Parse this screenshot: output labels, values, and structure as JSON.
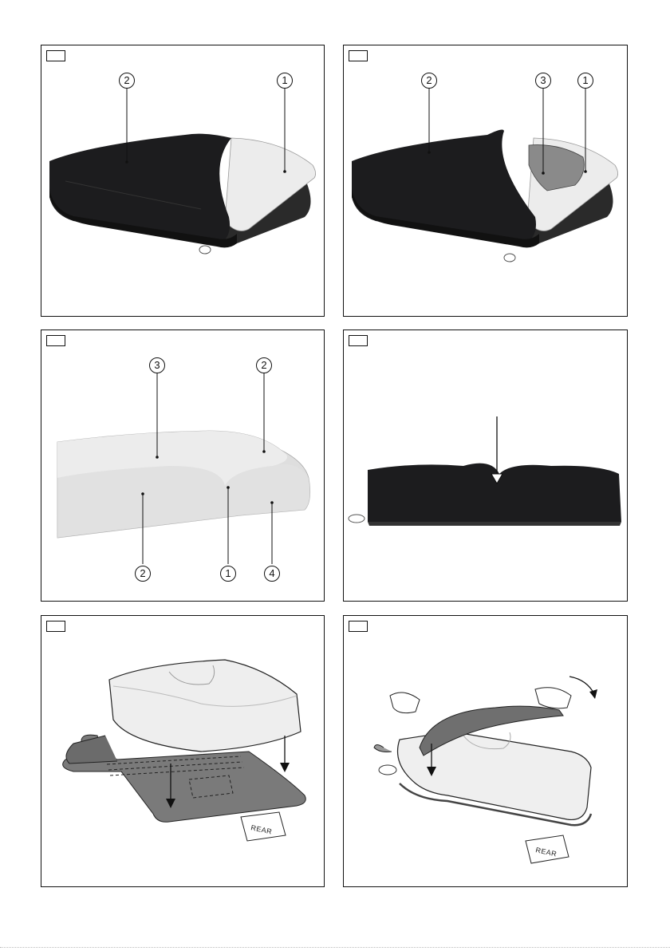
{
  "panels": [
    {
      "id": "p1",
      "callouts": [
        "2",
        "1"
      ]
    },
    {
      "id": "p2",
      "callouts": [
        "2",
        "3",
        "1"
      ]
    },
    {
      "id": "p3",
      "callouts": [
        "3",
        "2",
        "2",
        "1",
        "4"
      ]
    },
    {
      "id": "p4",
      "callouts": []
    },
    {
      "id": "p5",
      "label": "REAR",
      "callouts": []
    },
    {
      "id": "p6",
      "label": "REAR",
      "callouts": []
    }
  ],
  "colors": {
    "cover": "#1c1c1e",
    "foam": "#e9e9e9",
    "base": "#7a7a7a",
    "line": "#111111"
  }
}
